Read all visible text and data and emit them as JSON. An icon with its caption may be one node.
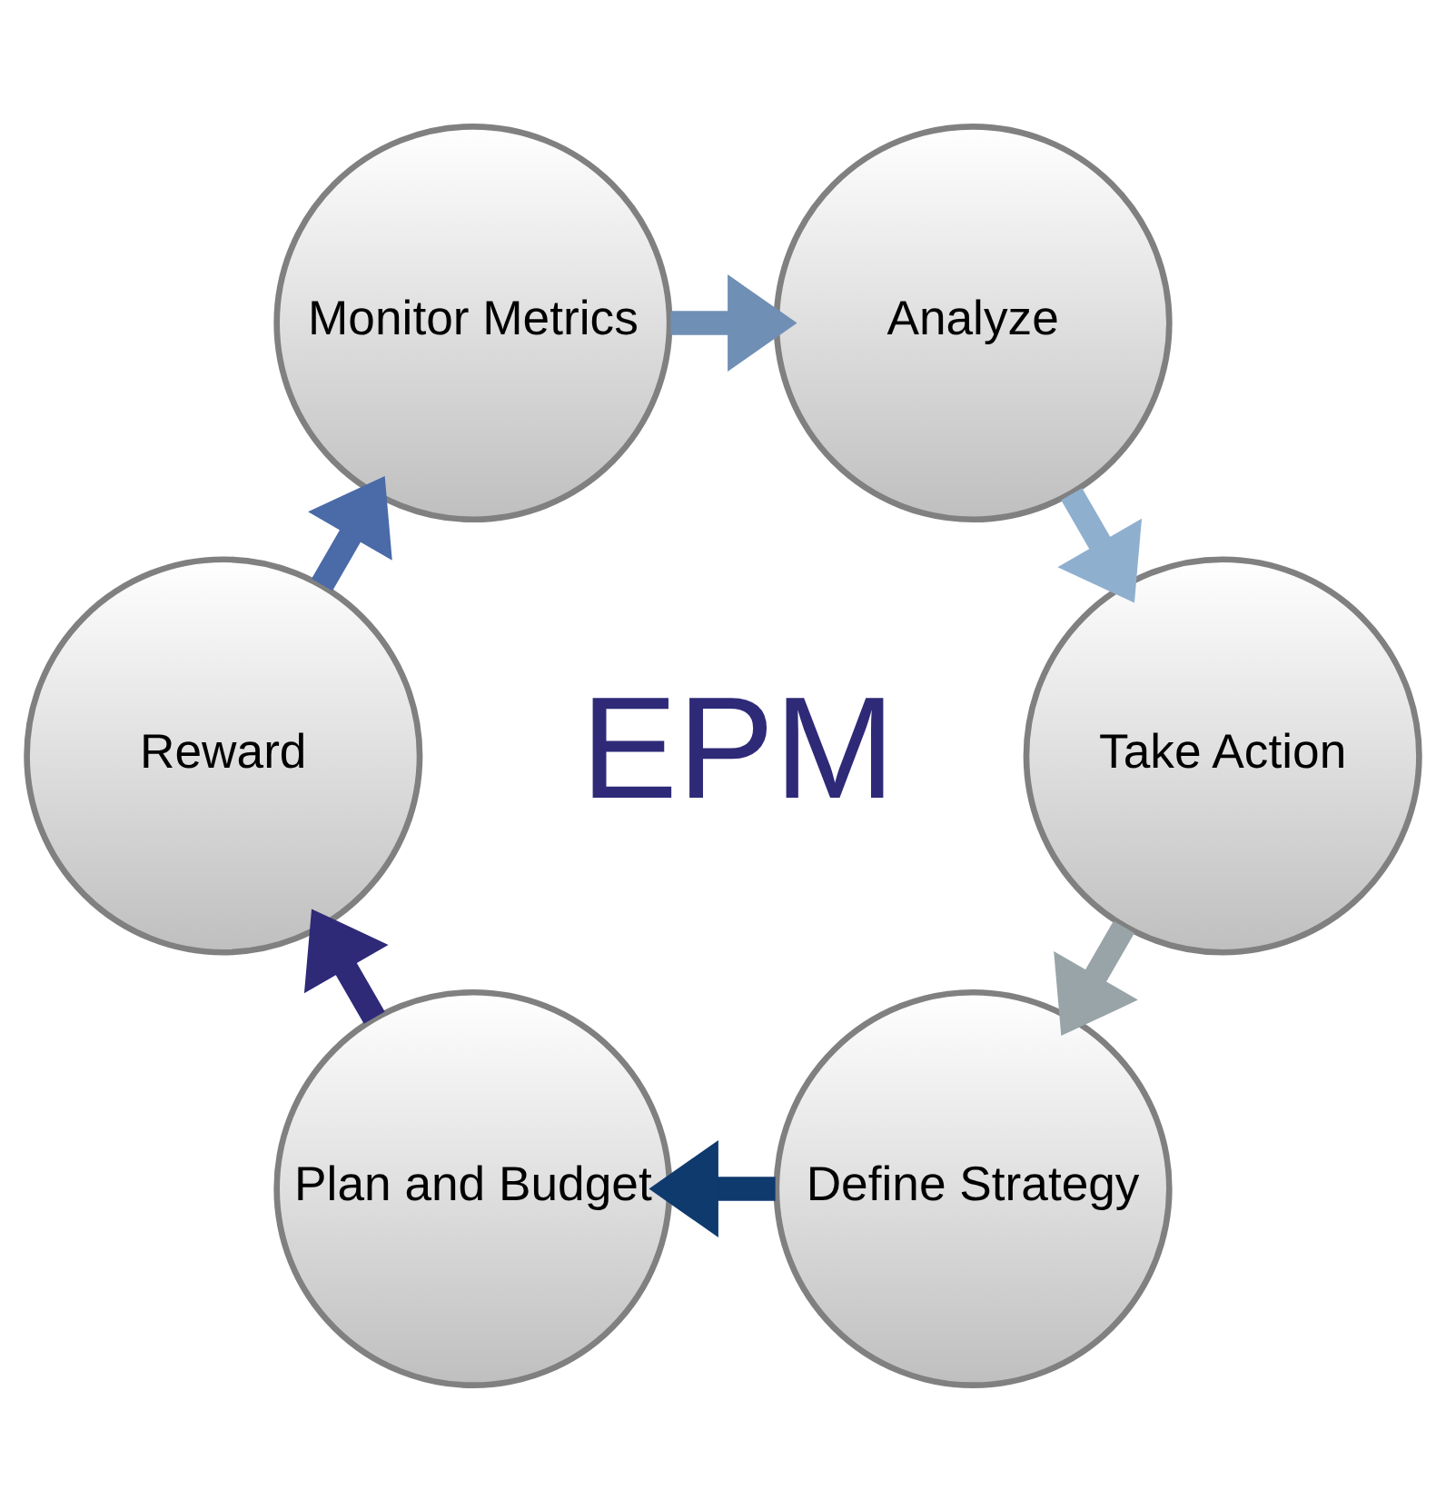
{
  "diagram": {
    "nodes": [
      {
        "text": [
          "Define Strategy"
        ]
      },
      {
        "text": [
          "Plan and Budget"
        ]
      },
      {
        "text": [
          "Reward"
        ]
      },
      {
        "text": [
          "Monitor Metrics"
        ]
      },
      {
        "text": [
          "Analyze"
        ]
      },
      {
        "text": [
          "Take Action"
        ]
      }
    ],
    "edges": [
      {
        "from": 0,
        "to": 1,
        "arrow": "to",
        "color": "#0f3a6e"
      },
      {
        "from": 1,
        "to": 2,
        "arrow": "to",
        "color": "#2e2a78"
      },
      {
        "from": 2,
        "to": 3,
        "arrow": "to",
        "color": "#4a6aa8"
      },
      {
        "from": 3,
        "to": 4,
        "arrow": "to",
        "color": "#6f8fb5"
      },
      {
        "from": 4,
        "to": 5,
        "arrow": "to",
        "color": "#8fafcf"
      },
      {
        "from": 5,
        "to": 0,
        "arrow": "to",
        "color": "#98a4a8"
      }
    ],
    "labels": [
      "EPM"
    ]
  }
}
